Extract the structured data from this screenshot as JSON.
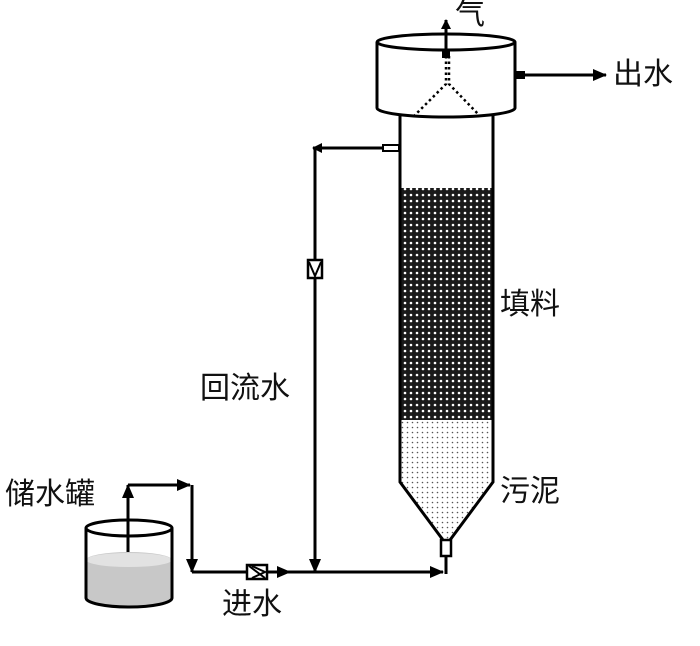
{
  "labels": {
    "gas": "气",
    "outlet": "出水",
    "packing": "填料",
    "reflux": "回流水",
    "sludge": "污泥",
    "tank": "储水罐",
    "inlet": "进水"
  },
  "colors": {
    "line": "#000000",
    "liquid": "#c8c8c8",
    "packing": "#1a1a1a"
  }
}
